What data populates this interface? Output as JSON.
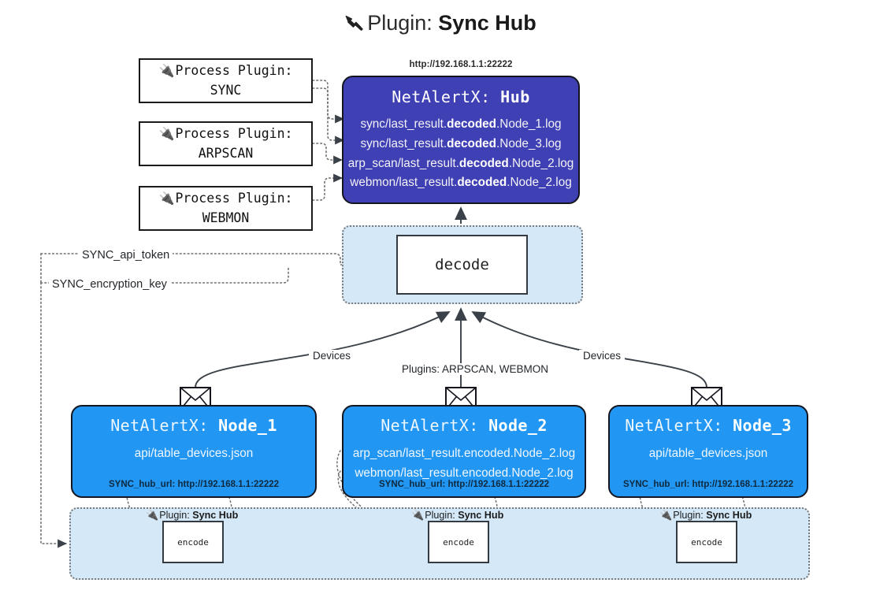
{
  "title": {
    "icon": "plug-icon",
    "prefix": "Plugin:",
    "name": "Sync Hub"
  },
  "process_plugins": [
    {
      "icon": "plug-icon",
      "line1": "Process Plugin:",
      "line2": "SYNC"
    },
    {
      "icon": "plug-icon",
      "line1": "Process Plugin:",
      "line2": "ARPSCAN"
    },
    {
      "icon": "plug-icon",
      "line1": "Process Plugin:",
      "line2": "WEBMON"
    }
  ],
  "hub": {
    "url": "http://192.168.1.1:22222",
    "title_prefix": "NetAlertX:",
    "title_name": "Hub",
    "color": "#4040b5",
    "logs": [
      {
        "pre": "sync/last_result.",
        "em": "decoded",
        "post": ".Node_1.log"
      },
      {
        "pre": "sync/last_result.",
        "em": "decoded",
        "post": ".Node_3.log"
      },
      {
        "pre": "arp_scan/last_result.",
        "em": "decoded",
        "post": ".Node_2.log"
      },
      {
        "pre": "webmon/last_result.",
        "em": "decoded",
        "post": ".Node_2.log"
      }
    ]
  },
  "decode": {
    "label": "decode",
    "group_color": "#d4e8f8"
  },
  "tokens": [
    {
      "label": "SYNC_api_token"
    },
    {
      "label": "SYNC_encryption_key"
    }
  ],
  "edge_labels": {
    "devices_left": "Devices",
    "devices_right": "Devices",
    "plugins_center": "Plugins: ARPSCAN, WEBMON"
  },
  "nodes": [
    {
      "title_prefix": "NetAlertX:",
      "title_name": "Node_1",
      "color": "#2196f3",
      "icon": "envelope-icon",
      "lines": [
        "api/table_devices.json"
      ],
      "footer": "SYNC_hub_url: http://192.168.1.1:22222"
    },
    {
      "title_prefix": "NetAlertX:",
      "title_name": "Node_2",
      "color": "#2196f3",
      "icon": "envelope-icon",
      "lines": [
        "arp_scan/last_result.encoded.Node_2.log",
        "webmon/last_result.encoded.Node_2.log"
      ],
      "footer": "SYNC_hub_url: http://192.168.1.1:22222"
    },
    {
      "title_prefix": "NetAlertX:",
      "title_name": "Node_3",
      "color": "#2196f3",
      "icon": "envelope-icon",
      "lines": [
        "api/table_devices.json"
      ],
      "footer": "SYNC_hub_url: http://192.168.1.1:22222"
    }
  ],
  "encoders": [
    {
      "plugin_prefix": "Plugin:",
      "plugin_name": "Sync Hub",
      "label": "encode",
      "icon": "plug-icon"
    },
    {
      "plugin_prefix": "Plugin:",
      "plugin_name": "Sync Hub",
      "label": "encode",
      "icon": "plug-icon"
    },
    {
      "plugin_prefix": "Plugin:",
      "plugin_name": "Sync Hub",
      "label": "encode",
      "icon": "plug-icon"
    }
  ]
}
